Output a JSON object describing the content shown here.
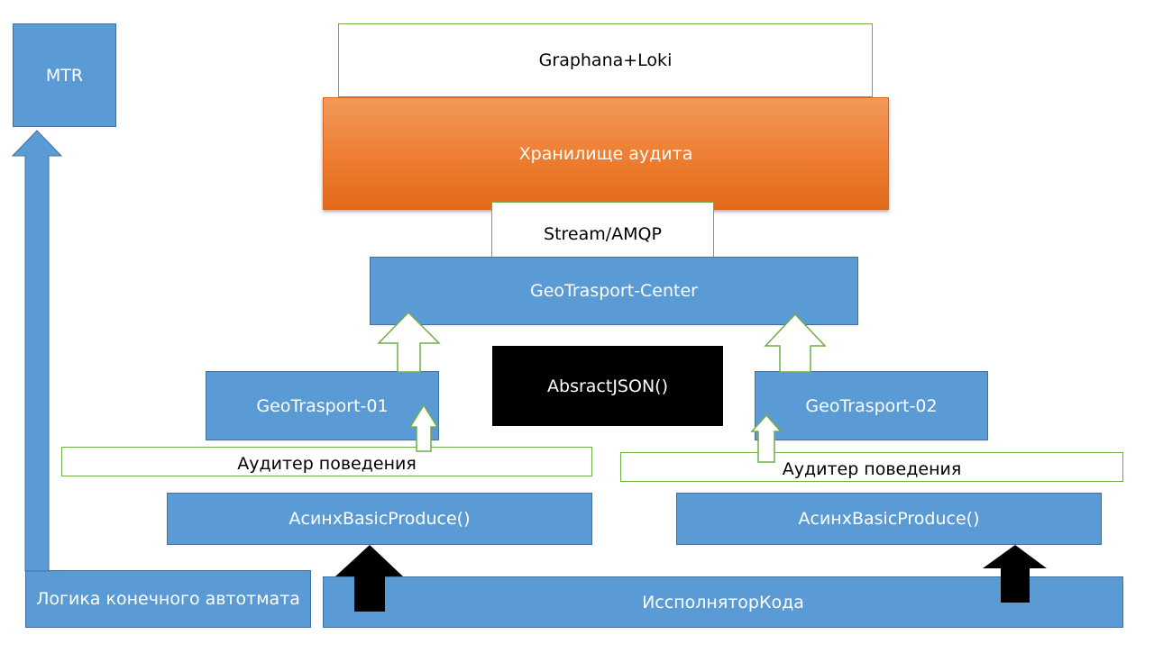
{
  "nodes": {
    "mtr": "MTR",
    "grafana": "Graphana+Loki",
    "audit_storage": "Хранилище аудита",
    "stream": "Stream/AMQP",
    "center": "GeoTrasport-Center",
    "abstract_json": "AbsractJSON()",
    "geo01": "GeoTrasport-01",
    "geo02": "GeoTrasport-02",
    "auditor_left": "Аудитер поведения",
    "auditor_right": "Аудитер поведения",
    "async_left": "АсинхBasicProduce()",
    "async_right": "АсинхBasicProduce()",
    "fsm_logic": "Логика конечного автотмата",
    "executor": "ИссполняторКода"
  },
  "colors": {
    "blue": "#5b9bd5",
    "blue_border": "#41719c",
    "orange": "#ee7f33",
    "green_outline": "#70ad47",
    "black": "#000000"
  }
}
